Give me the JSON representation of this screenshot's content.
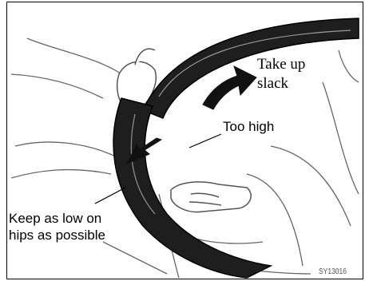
{
  "figure": {
    "labels": {
      "take_up_slack": "Take up\nslack",
      "too_high": "Too high",
      "keep_low": "Keep as low on\nhips as possible",
      "figure_code": "SY13016"
    },
    "colors": {
      "belt": "#1e1e1e",
      "outline": "#555555",
      "arrow": "#111111",
      "background": "#ffffff"
    },
    "icons": [
      "curved-arrow-icon",
      "down-left-arrow-icon",
      "pointer-line-icon"
    ]
  }
}
